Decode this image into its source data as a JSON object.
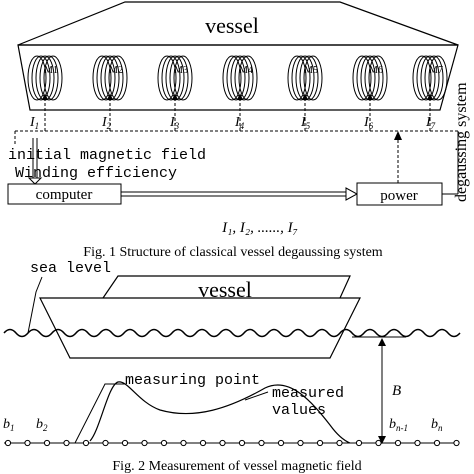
{
  "figure1": {
    "vessel_label": "vessel",
    "coils": [
      "M1",
      "M2",
      "M3",
      "M4",
      "M5",
      "M6",
      "M7"
    ],
    "currents": [
      "I",
      "I",
      "I",
      "I",
      "I",
      "I",
      "I"
    ],
    "current_subscripts": [
      "1",
      "2",
      "3",
      "4",
      "5",
      "6",
      "7"
    ],
    "side_label": "degaussing system",
    "input_line1": "initial magnetic field",
    "input_line2": "Winding efficiency",
    "computer_label": "computer",
    "power_label": "power",
    "current_list": "I₁, I₂, ......, I₇",
    "caption": "Fig. 1 Structure of classical vessel degaussing system"
  },
  "figure2": {
    "sea_label": "sea level",
    "vessel_label": "vessel",
    "measuring_point_label": "measuring point",
    "measured_values_line1": "measured",
    "measured_values_line2": "values",
    "field_label": "B",
    "point_labels": [
      "b",
      "b",
      "b",
      "b"
    ],
    "point_subscripts": [
      "1",
      "2",
      "n-1",
      "n"
    ],
    "caption": "Fig. 2 Measurement of vessel magnetic field"
  }
}
